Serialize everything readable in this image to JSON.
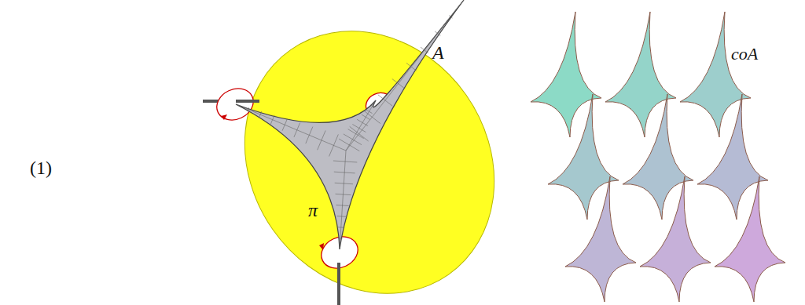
{
  "diagram": {
    "labels": [
      "(1)",
      "A",
      "π",
      "coA"
    ]
  }
}
